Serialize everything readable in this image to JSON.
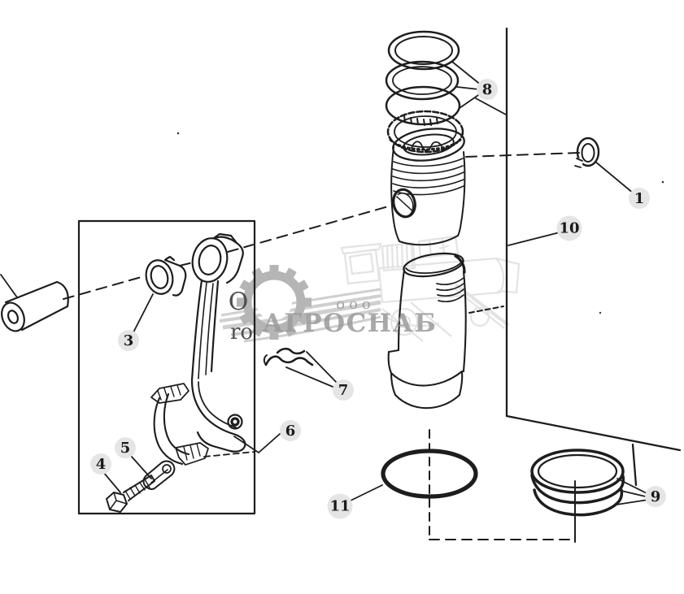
{
  "diagram": {
    "background": "#ffffff",
    "line_color": "#1d1d1d",
    "label_bg": "#e5e5e5",
    "labels": [
      {
        "number": "1"
      },
      {
        "number": "3"
      },
      {
        "number": "4"
      },
      {
        "number": "5"
      },
      {
        "number": "6"
      },
      {
        "number": "7"
      },
      {
        "number": "8"
      },
      {
        "number": "9"
      },
      {
        "number": "10"
      },
      {
        "number": "11"
      }
    ]
  },
  "watermark": {
    "prefix": "ооо",
    "name": "АГРОСНАБ",
    "fragment_top": "О",
    "fragment_bottom": "ro",
    "color": "#9a9a9a"
  }
}
